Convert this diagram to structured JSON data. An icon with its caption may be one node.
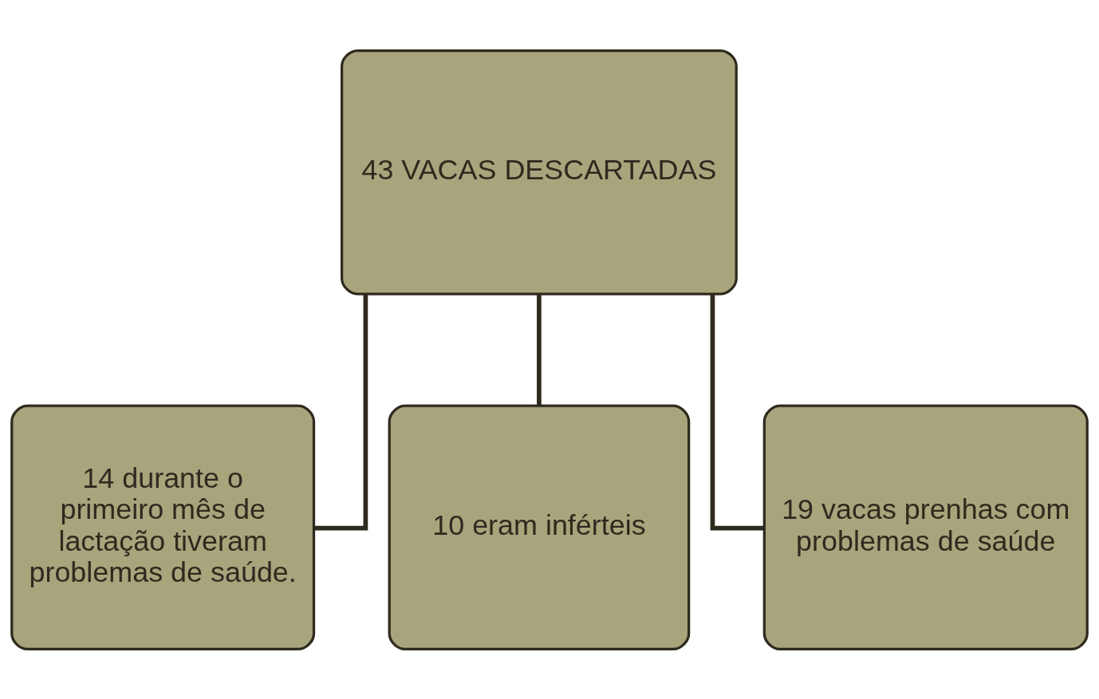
{
  "diagram": {
    "nodes": [
      {
        "text": [
          "43 VACAS DESCARTADAS"
        ]
      },
      {
        "text": [
          "14 durante o primeiro mês de lactação tiveram problemas de saúde."
        ]
      },
      {
        "text": [
          "10 eram inférteis"
        ]
      },
      {
        "text": [
          "19 vacas prenhas com problemas de saúde"
        ]
      }
    ],
    "edges": [
      {
        "from": 0,
        "to": 1,
        "arrow": "none"
      },
      {
        "from": 0,
        "to": 2,
        "arrow": "none"
      },
      {
        "from": 0,
        "to": 3,
        "arrow": "none"
      }
    ]
  }
}
